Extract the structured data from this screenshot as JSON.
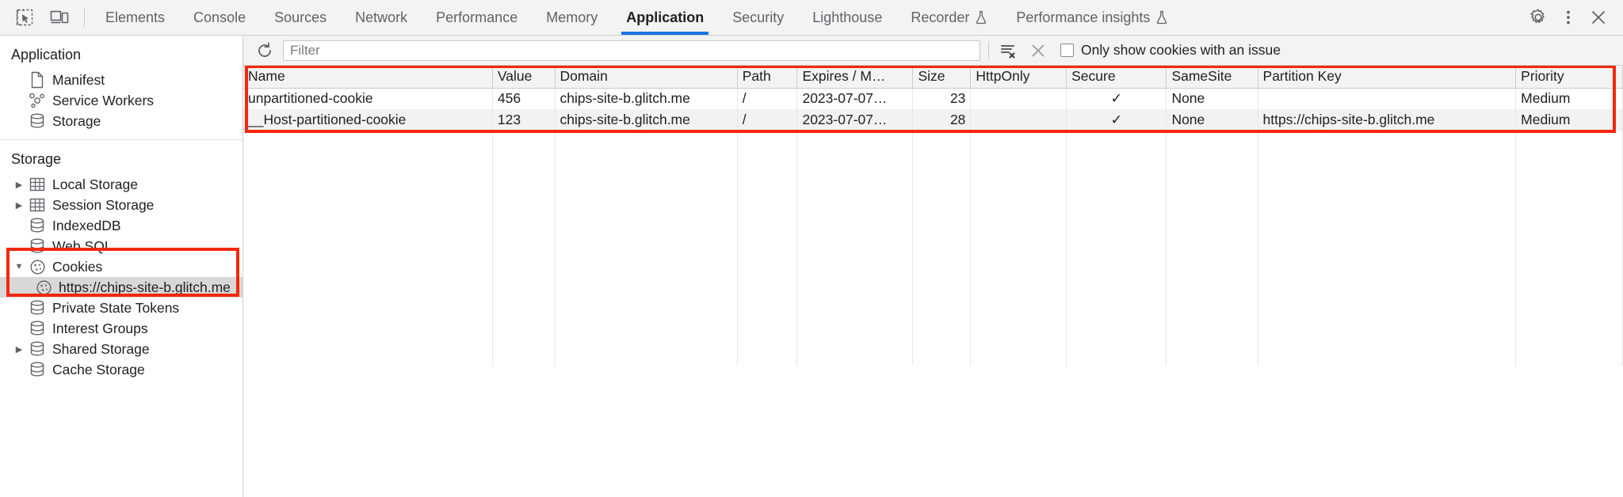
{
  "toolbar": {
    "inspect_icon": "inspect-element-icon",
    "device_icon": "device-toolbar-icon",
    "tabs": [
      {
        "label": "Elements",
        "active": false,
        "experimental": false
      },
      {
        "label": "Console",
        "active": false,
        "experimental": false
      },
      {
        "label": "Sources",
        "active": false,
        "experimental": false
      },
      {
        "label": "Network",
        "active": false,
        "experimental": false
      },
      {
        "label": "Performance",
        "active": false,
        "experimental": false
      },
      {
        "label": "Memory",
        "active": false,
        "experimental": false
      },
      {
        "label": "Application",
        "active": true,
        "experimental": false
      },
      {
        "label": "Security",
        "active": false,
        "experimental": false
      },
      {
        "label": "Lighthouse",
        "active": false,
        "experimental": false
      },
      {
        "label": "Recorder",
        "active": false,
        "experimental": true
      },
      {
        "label": "Performance insights",
        "active": false,
        "experimental": true
      }
    ],
    "settings_icon": "gear-icon",
    "more_icon": "kebab-menu-icon",
    "close_icon": "close-icon",
    "active_accent": "#1a73e8"
  },
  "sidebar": {
    "application_title": "Application",
    "application_items": [
      {
        "label": "Manifest",
        "icon": "manifest-file-icon",
        "arrow": false
      },
      {
        "label": "Service Workers",
        "icon": "service-workers-icon",
        "arrow": false
      },
      {
        "label": "Storage",
        "icon": "database-icon",
        "arrow": false
      }
    ],
    "storage_title": "Storage",
    "storage_items": [
      {
        "label": "Local Storage",
        "icon": "table-grid-icon",
        "arrow": true,
        "expanded": false,
        "indent": 1,
        "selected": false
      },
      {
        "label": "Session Storage",
        "icon": "table-grid-icon",
        "arrow": true,
        "expanded": false,
        "indent": 1,
        "selected": false
      },
      {
        "label": "IndexedDB",
        "icon": "database-icon",
        "arrow": false,
        "expanded": false,
        "indent": 1,
        "selected": false
      },
      {
        "label": "Web SQL",
        "icon": "database-icon",
        "arrow": false,
        "expanded": false,
        "indent": 1,
        "selected": false
      },
      {
        "label": "Cookies",
        "icon": "cookie-icon",
        "arrow": true,
        "expanded": true,
        "indent": 1,
        "selected": false
      },
      {
        "label": "https://chips-site-b.glitch.me",
        "icon": "cookie-icon",
        "arrow": false,
        "expanded": false,
        "indent": 2,
        "selected": true
      },
      {
        "label": "Private State Tokens",
        "icon": "database-icon",
        "arrow": false,
        "expanded": false,
        "indent": 1,
        "selected": false
      },
      {
        "label": "Interest Groups",
        "icon": "database-icon",
        "arrow": false,
        "expanded": false,
        "indent": 1,
        "selected": false
      },
      {
        "label": "Shared Storage",
        "icon": "database-icon",
        "arrow": true,
        "expanded": false,
        "indent": 1,
        "selected": false
      },
      {
        "label": "Cache Storage",
        "icon": "database-icon",
        "arrow": false,
        "expanded": false,
        "indent": 1,
        "selected": false
      }
    ]
  },
  "filterbar": {
    "refresh_icon": "refresh-icon",
    "filter_value": "",
    "filter_placeholder": "Filter",
    "clear_filtered_icon": "clear-filtered-cookies-icon",
    "clear_all_icon": "clear-all-cookies-icon",
    "only_issues_label": "Only show cookies with an issue",
    "only_issues_checked": false
  },
  "table": {
    "columns": [
      "Name",
      "Value",
      "Domain",
      "Path",
      "Expires / M…",
      "Size",
      "HttpOnly",
      "Secure",
      "SameSite",
      "Partition Key",
      "Priority"
    ],
    "rows": [
      {
        "name": "unpartitioned-cookie",
        "value": "456",
        "domain": "chips-site-b.glitch.me",
        "path": "/",
        "expires": "2023-07-07…",
        "size": "23",
        "httponly": "",
        "secure": "✓",
        "samesite": "None",
        "partition_key": "",
        "priority": "Medium"
      },
      {
        "name": "__Host-partitioned-cookie",
        "value": "123",
        "domain": "chips-site-b.glitch.me",
        "path": "/",
        "expires": "2023-07-07…",
        "size": "28",
        "httponly": "",
        "secure": "✓",
        "samesite": "None",
        "partition_key": "https://chips-site-b.glitch.me",
        "priority": "Medium"
      }
    ]
  },
  "annotations": {
    "color": "#f4270a",
    "boxes": [
      {
        "name": "cookies-tree-highlight"
      },
      {
        "name": "cookie-table-highlight"
      }
    ]
  }
}
